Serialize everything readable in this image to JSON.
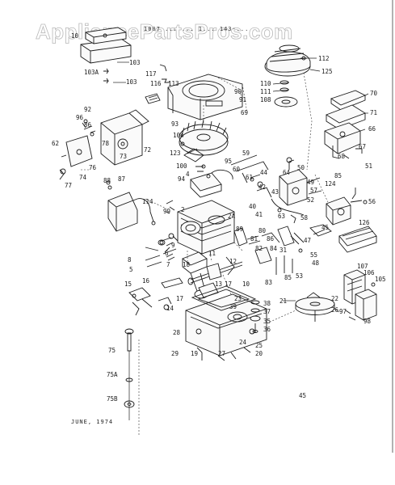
{
  "watermark": "AppliancePartsPros.com",
  "header": "1007 ... ... 1... 143-...",
  "footer_date": "JUNE, 1974",
  "footer_note": "45",
  "callouts": {
    "c10": "10",
    "c103": "103",
    "c103a": "103A",
    "c117": "117",
    "c116": "116",
    "c113": "113",
    "c112": "112",
    "c125": "125",
    "c110": "110",
    "c111": "111",
    "c108": "108",
    "c90": "90",
    "c91": "91",
    "c69": "69",
    "c92": "92",
    "c96": "96",
    "c62": "62",
    "c78": "78",
    "c73": "73",
    "c72": "72",
    "c76": "76",
    "c74": "74",
    "c77": "77",
    "c70": "70",
    "c71": "71",
    "c66": "66",
    "c68": "68",
    "c67": "67",
    "c51": "51",
    "c104": "104",
    "c123": "123",
    "c93": "93",
    "c95": "95",
    "c59": "59",
    "c100": "100",
    "c60": "60",
    "c61": "61",
    "c44": "44",
    "c4": "4",
    "c94": "94",
    "c42": "42",
    "c43": "43",
    "c64": "64",
    "c50": "50",
    "c49": "49",
    "c57": "57",
    "c52": "52",
    "c85": "85",
    "c124": "124",
    "c56": "56",
    "c88": "88",
    "c87": "87",
    "c114": "114",
    "c99": "99",
    "c2": "2",
    "c40": "40",
    "c41": "41",
    "c63": "63",
    "c58": "58",
    "c45": "45",
    "c89": "89",
    "c2a": "2A",
    "c126": "126",
    "c80": "80",
    "c81": "81",
    "c82": "82",
    "c86": "86",
    "c47": "47",
    "c9": "9",
    "c8": "8",
    "c5": "5",
    "c6": "6",
    "c7": "7",
    "c18": "18",
    "c11": "11",
    "c12": "12",
    "c13": "13",
    "c17": "17",
    "c10b": "10",
    "c84": "84",
    "c31": "31",
    "c55": "55",
    "c48": "48",
    "c107": "107",
    "c106": "106",
    "c105": "105",
    "c83": "83",
    "c85b": "85",
    "c53": "53",
    "c15": "15",
    "c16": "16",
    "c14": "14",
    "c17b": "17",
    "c23": "23",
    "c39": "39",
    "c38": "38",
    "c37": "37",
    "c35": "35",
    "c36": "36",
    "c21": "21",
    "c22": "22",
    "c26": "26",
    "c97": "97",
    "c98": "98",
    "c28": "28",
    "c24": "24",
    "c25": "25",
    "c20": "20",
    "c29": "29",
    "c19": "19",
    "c27": "27",
    "c75": "75",
    "c75a": "75A",
    "c75b": "75B"
  }
}
